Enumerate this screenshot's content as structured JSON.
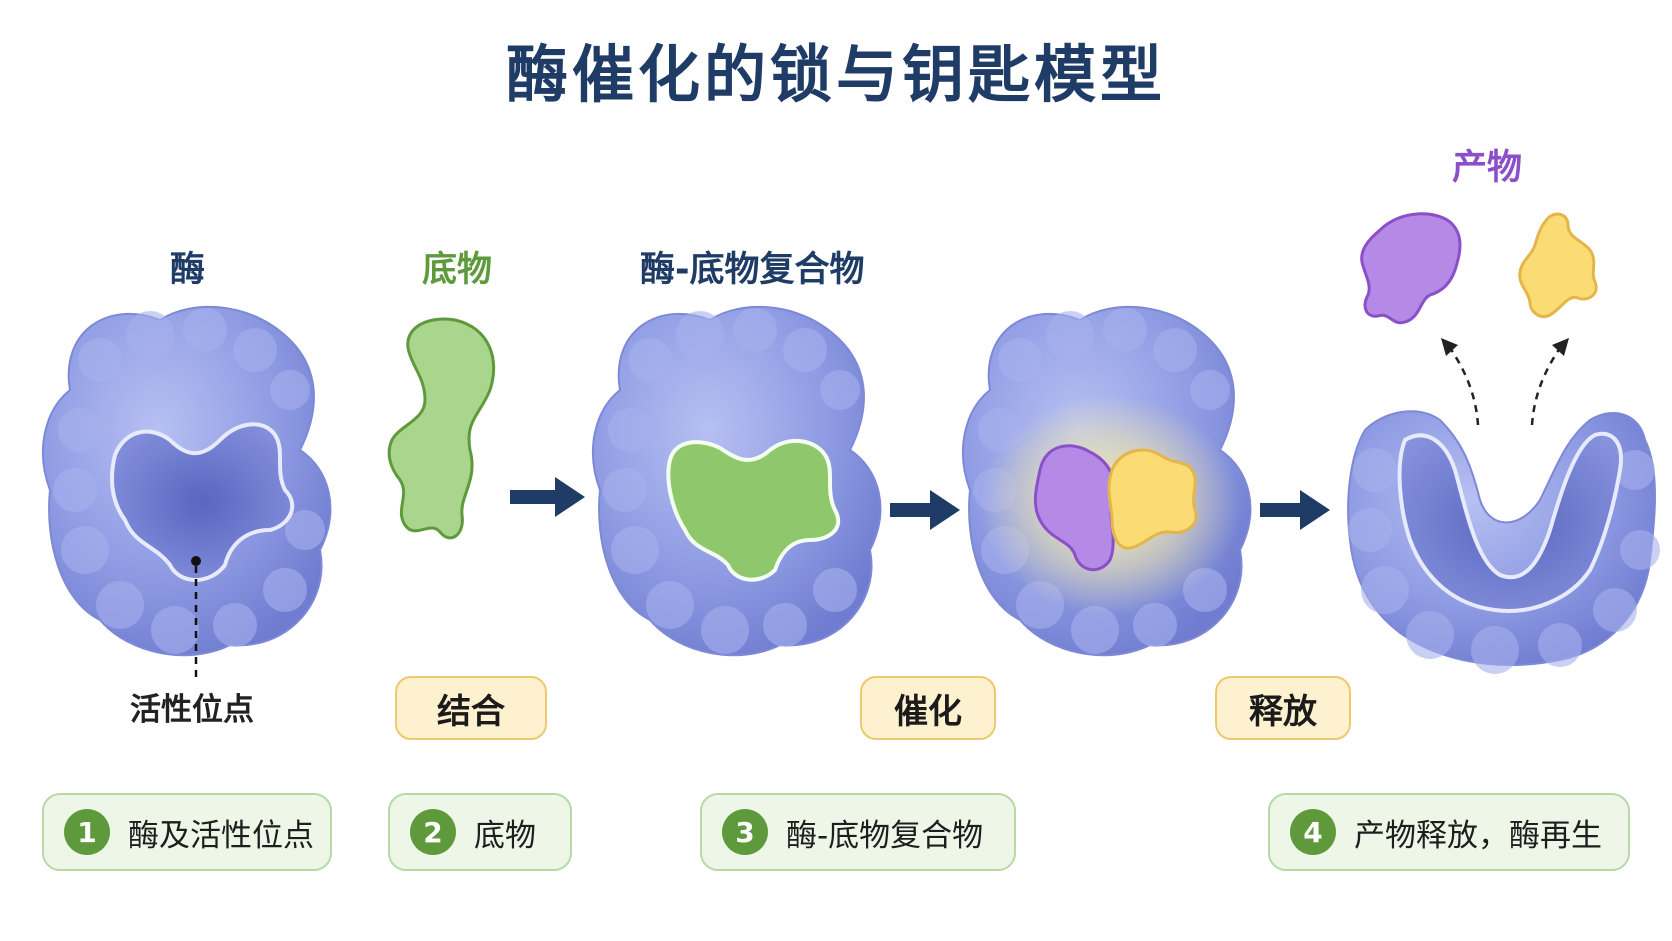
{
  "title": "酶催化的锁与钥匙模型",
  "labels": {
    "enzyme": "酶",
    "substrate": "底物",
    "complex": "酶-底物复合物",
    "products": "产物",
    "active_site": "活性位点"
  },
  "steps": {
    "bind": "结合",
    "catalyze": "催化",
    "release": "释放"
  },
  "cards": [
    {
      "num": "1",
      "text": "酶及活性位点"
    },
    {
      "num": "2",
      "text": "底物"
    },
    {
      "num": "3",
      "text": "酶-底物复合物"
    },
    {
      "num": "4",
      "text": "产物释放，酶再生"
    }
  ],
  "colors": {
    "enzyme": "#8e9be3",
    "substrate": "#a9d58d",
    "product_purple": "#b48ae6",
    "product_yellow": "#fbdc74",
    "navy": "#1f3c67",
    "accent_green": "#5e9a3c"
  }
}
